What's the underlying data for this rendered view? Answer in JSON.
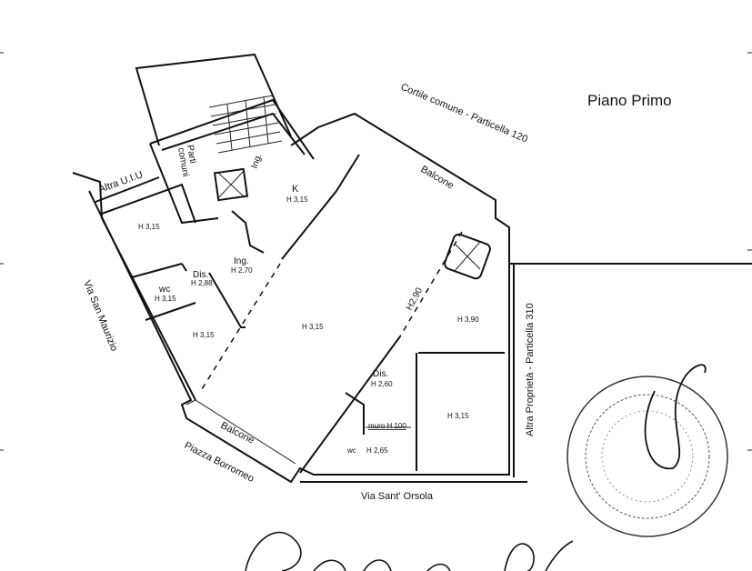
{
  "title": "Piano Primo",
  "streets": {
    "north": "Cortile comune - Particella 120",
    "west": "Via San Maurizio",
    "south": "Via Sant' Orsola",
    "east": "Altra Proprietà - Particella 310",
    "southwest": "Piazza Borromeo"
  },
  "areas": {
    "altra_uiu": "Altra U.I.U",
    "parti_comuni_1": "Parti",
    "parti_comuni_2": "comuni",
    "balcone_top": "Balcone",
    "balcone_bottom": "Balcone"
  },
  "rooms": [
    {
      "name": "",
      "height": "H 3,15"
    },
    {
      "name": "K",
      "height": "H 3,15"
    },
    {
      "name": "Ing.",
      "height": "H 2,70"
    },
    {
      "name": "Dis.",
      "height": "H 2,88"
    },
    {
      "name": "wc",
      "height": "H 3,15"
    },
    {
      "name": "",
      "height": "H 3,15"
    },
    {
      "name": "",
      "height": "H 3,15"
    },
    {
      "name": "",
      "height": "H 3,90"
    },
    {
      "name": "Dis.",
      "height": "H 2,60"
    },
    {
      "name": "",
      "height": "H 3,15"
    },
    {
      "name": "wc",
      "height": "H 2,65"
    }
  ],
  "annotations": {
    "diag_height": "H2,90",
    "muro": "muro H 100",
    "ing_small": "Ing."
  }
}
